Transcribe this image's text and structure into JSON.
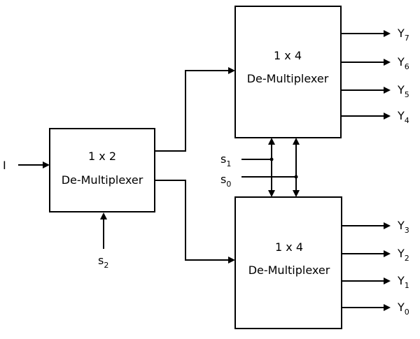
{
  "blocks": {
    "demux_1x2": {
      "line1": "1 x 2",
      "line2": "De-Multiplexer"
    },
    "demux_top": {
      "line1": "1 x 4",
      "line2": "De-Multiplexer"
    },
    "demux_bottom": {
      "line1": "1 x 4",
      "line2": "De-Multiplexer"
    }
  },
  "input_label": "I",
  "select": {
    "s2": {
      "base": "s",
      "sub": "2"
    },
    "s1": {
      "base": "s",
      "sub": "1"
    },
    "s0": {
      "base": "s",
      "sub": "0"
    }
  },
  "outputs_top": [
    {
      "base": "Y",
      "sub": "7"
    },
    {
      "base": "Y",
      "sub": "6"
    },
    {
      "base": "Y",
      "sub": "5"
    },
    {
      "base": "Y",
      "sub": "4"
    }
  ],
  "outputs_bottom": [
    {
      "base": "Y",
      "sub": "3"
    },
    {
      "base": "Y",
      "sub": "2"
    },
    {
      "base": "Y",
      "sub": "1"
    },
    {
      "base": "Y",
      "sub": "0"
    }
  ]
}
